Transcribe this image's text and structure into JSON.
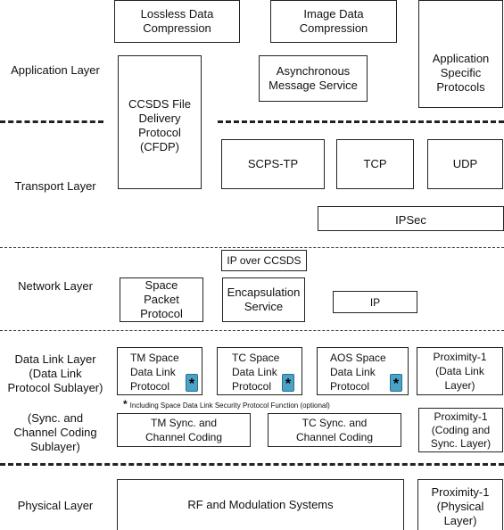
{
  "layers": {
    "application": "Application Layer",
    "transport": "Transport Layer",
    "network": "Network Layer",
    "data_link": "Data Link Layer\n(Data Link\nProtocol Sublayer)",
    "sync_coding": "(Sync. and\nChannel Coding\nSublayer)",
    "physical": "Physical Layer"
  },
  "application_boxes": {
    "lossless": "Lossless Data\nCompression",
    "image": "Image Data\nCompression",
    "ams": "Asynchronous\nMessage Service",
    "asp": "Application\nSpecific\nProtocols"
  },
  "cfdp": "CCSDS File\nDelivery\nProtocol\n(CFDP)",
  "transport_boxes": {
    "scps": "SCPS-TP",
    "tcp": "TCP",
    "udp": "UDP",
    "ipsec": "IPSec"
  },
  "network_boxes": {
    "ip_over_ccsds": "IP over CCSDS",
    "spp": "Space\nPacket\nProtocol",
    "encap": "Encapsulation\nService",
    "ip": "IP"
  },
  "data_link_boxes": {
    "tm": "TM Space\nData Link\nProtocol",
    "tc": "TC Space\nData Link\nProtocol",
    "aos": "AOS Space\nData Link\nProtocol",
    "prox_dl": "Proximity-1\n(Data Link\nLayer)"
  },
  "sdls_marker": "*",
  "sdls_note": "Including Space Data Link Security Protocol Function (optional)",
  "coding_boxes": {
    "tm_sync": "TM Sync. and\nChannel Coding",
    "tc_sync": "TC Sync. and\nChannel Coding",
    "prox_sync": "Proximity-1\n(Coding and\nSync. Layer)"
  },
  "physical_boxes": {
    "rf": "RF and Modulation Systems",
    "prox_phys": "Proximity-1\n(Physical\nLayer)"
  },
  "colors": {
    "sdls_marker_fill": "#4aa3c7"
  }
}
